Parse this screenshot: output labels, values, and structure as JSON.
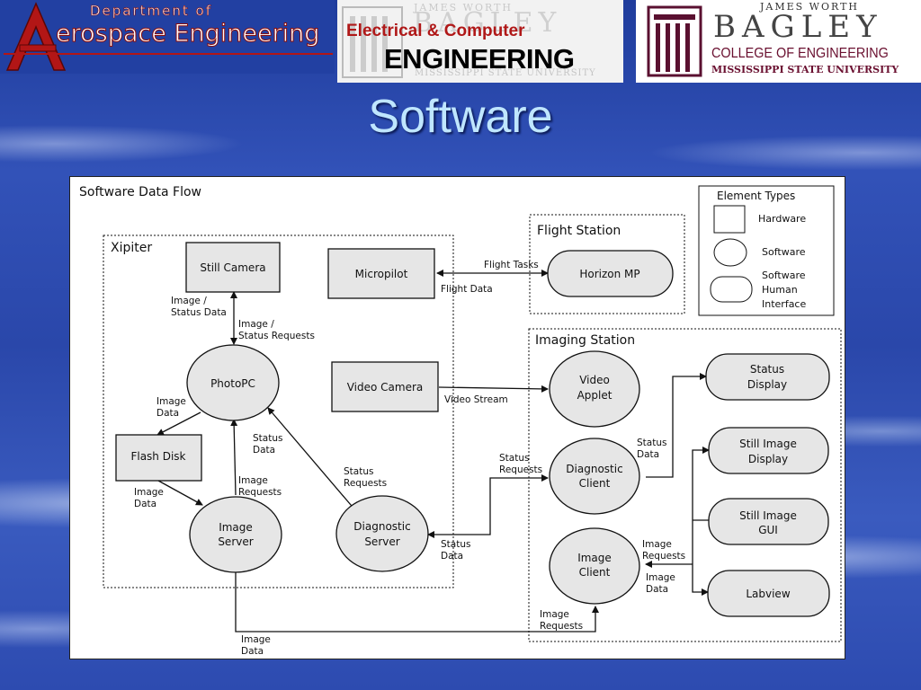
{
  "header": {
    "aero_logo": {
      "dept": "Department of",
      "name": "erospace Engineering",
      "letter": "A"
    },
    "ece_logo": {
      "watermark_top": "JAMES WORTH",
      "watermark_name": "BAGLEY",
      "watermark_bottom": "MISSISSIPPI STATE UNIVERSITY",
      "line1": "Electrical & Computer",
      "line2": "ENGINEERING"
    },
    "bagley_logo": {
      "top": "JAMES WORTH",
      "name": "BAGLEY",
      "college": "COLLEGE OF ENGINEERING",
      "university": "MISSISSIPPI STATE UNIVERSITY"
    }
  },
  "slide": {
    "title": "Software"
  },
  "diagram": {
    "title": "Software Data Flow",
    "groups": {
      "xipiter": "Xipiter",
      "flight_station": "Flight Station",
      "imaging_station": "Imaging Station"
    },
    "legend": {
      "title": "Element Types",
      "hardware": "Hardware",
      "software": "Software",
      "human_1": "Software",
      "human_2": "Human",
      "human_3": "Interface"
    },
    "nodes": {
      "still_camera": "Still Camera",
      "micropilot": "Micropilot",
      "horizon_mp": "Horizon MP",
      "photopc": "PhotoPC",
      "video_camera": "Video Camera",
      "video_applet_1": "Video",
      "video_applet_2": "Applet",
      "flash_disk": "Flash Disk",
      "image_server_1": "Image",
      "image_server_2": "Server",
      "diagnostic_server_1": "Diagnostic",
      "diagnostic_server_2": "Server",
      "diagnostic_client_1": "Diagnostic",
      "diagnostic_client_2": "Client",
      "image_client_1": "Image",
      "image_client_2": "Client",
      "status_display_1": "Status",
      "status_display_2": "Display",
      "still_image_display_1": "Still Image",
      "still_image_display_2": "Display",
      "still_image_gui_1": "Still Image",
      "still_image_gui_2": "GUI",
      "labview": "Labview"
    },
    "edge_labels": {
      "flight_tasks": "Flight Tasks",
      "flight_data": "Flight Data",
      "img_status_data_1": "Image /",
      "img_status_data_2": "Status Data",
      "img_status_req_1": "Image /",
      "img_status_req_2": "Status Requests",
      "image_data_a_1": "Image",
      "image_data_a_2": "Data",
      "video_stream": "Video Stream",
      "status_data_a_1": "Status",
      "status_data_a_2": "Data",
      "status_req_a_1": "Status",
      "status_req_a_2": "Requests",
      "image_req_a_1": "Image",
      "image_req_a_2": "Requests",
      "image_data_b_1": "Image",
      "image_data_b_2": "Data",
      "status_req_b_1": "Status",
      "status_req_b_2": "Requests",
      "status_data_b_1": "Status",
      "status_data_b_2": "Data",
      "status_data_c_1": "Status",
      "status_data_c_2": "Data",
      "image_req_b_1": "Image",
      "image_req_b_2": "Requests",
      "image_data_c_1": "Image",
      "image_data_c_2": "Data",
      "image_req_c_1": "Image",
      "image_req_c_2": "Requests",
      "image_data_d_1": "Image",
      "image_data_d_2": "Data"
    }
  },
  "colors": {
    "node_fill": "#e6e6e6",
    "title_color": "#bfe6ff",
    "ece_red": "#b01818",
    "bagley_maroon": "#6a1030"
  }
}
